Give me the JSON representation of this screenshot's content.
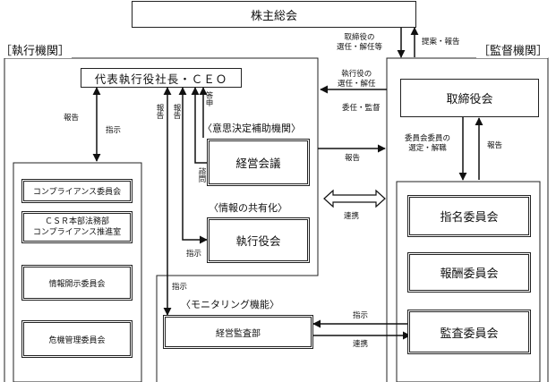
{
  "shareholders_meeting": "株主総会",
  "exec_org_title": "［執行機関］",
  "supervision_org_title": "［監督機関］",
  "ceo": "代表執行役社長・ＣＥＯ",
  "exec_left_boxes": [
    "コンプライアンス委員会",
    "ＣＳＲ本部法務部",
    "コンプライアンス推進室",
    "情報開示委員会",
    "危機管理委員会"
  ],
  "decision_support_heading": "〈意思決定補助機関〉",
  "management_council": "経営会議",
  "info_sharing_heading": "〈情報の共有化〉",
  "executive_officers_meeting": "執行役会",
  "monitoring_heading": "〈モニタリング機能〉",
  "audit_dept": "経営監査部",
  "board": "取締役会",
  "committees": [
    "指名委員会",
    "報酬委員会",
    "監査委員会"
  ],
  "labels": {
    "elect_dismiss_directors_1": "取締役の",
    "elect_dismiss_directors_2": "選任・解任等",
    "proposal_report": "提案・報告",
    "elect_dismiss_officers_1": "執行役の",
    "elect_dismiss_officers_2": "選任・解任",
    "delegate_supervise": "委任・監督",
    "report_ceo_left": "報告",
    "instruct_ceo_left": "指示",
    "report_v1": "報告",
    "report_v2": "報告",
    "submit": "答申",
    "consult": "諮問",
    "instruct_exec_meeting": "指示",
    "instruct_audit": "指示",
    "report_to_board": "報告",
    "cooperation_mid": "連携",
    "committee_appoint_1": "委員会委員の",
    "committee_appoint_2": "選定・解職",
    "report_board_right": "報告",
    "instruct_audit_committee": "指示",
    "cooperation_bottom": "連携"
  }
}
